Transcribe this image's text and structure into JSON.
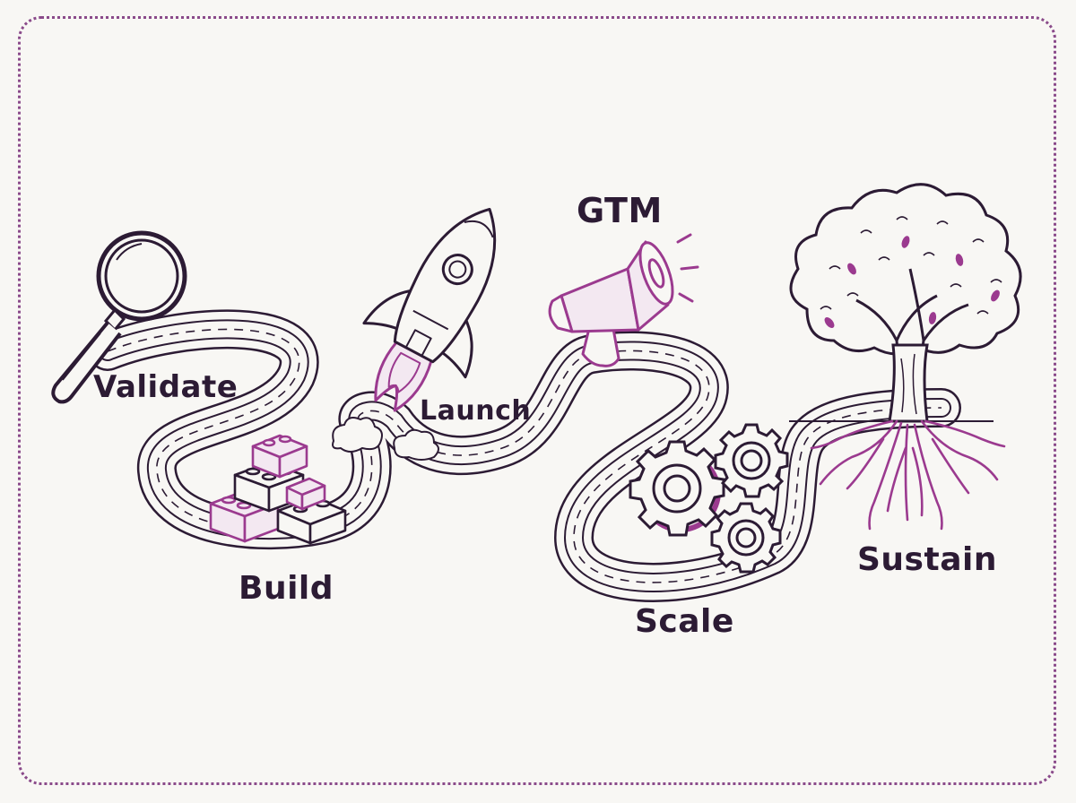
{
  "stages": [
    {
      "label": "Validate",
      "icon": "magnifying-glass-icon"
    },
    {
      "label": "Build",
      "icon": "building-blocks-icon"
    },
    {
      "label": "Launch",
      "icon": "rocket-icon"
    },
    {
      "label": "GTM",
      "icon": "megaphone-icon"
    },
    {
      "label": "Scale",
      "icon": "gears-icon"
    },
    {
      "label": "Sustain",
      "icon": "tree-icon"
    }
  ],
  "colors": {
    "ink": "#2c1b34",
    "accent": "#9b3a8f",
    "background": "#f8f7f4",
    "frame": "#8a4a8a"
  }
}
